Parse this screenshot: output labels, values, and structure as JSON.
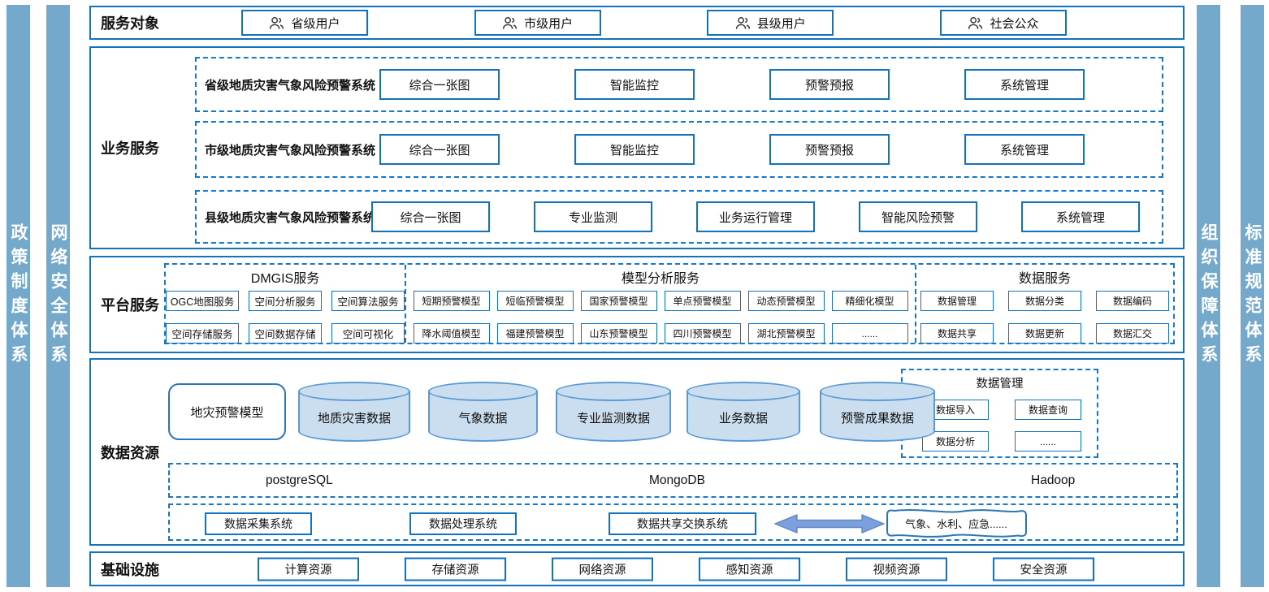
{
  "bars": {
    "left": [
      {
        "label": "政策制度体系"
      },
      {
        "label": "网络安全体系"
      }
    ],
    "right": [
      {
        "label": "组织保障体系"
      },
      {
        "label": "标准规范体系"
      }
    ]
  },
  "colors": {
    "accent": "#1272BC",
    "dashed_border": "#1778C8",
    "side_bar": "#74A9CB",
    "cylinder_fill": "#CBDEEF",
    "cylinder_border": "#5B9BD5",
    "arrow_fill": "#7CA0DB"
  },
  "service_targets": {
    "title": "服务对象",
    "items": [
      "省级用户",
      "市级用户",
      "县级用户",
      "社会公众"
    ]
  },
  "business": {
    "title": "业务服务",
    "rows": [
      {
        "name": "省级地质灾害气象风险预警系统",
        "items": [
          "综合一张图",
          "智能监控",
          "预警预报",
          "系统管理"
        ]
      },
      {
        "name": "市级地质灾害气象风险预警系统",
        "items": [
          "综合一张图",
          "智能监控",
          "预警预报",
          "系统管理"
        ]
      },
      {
        "name": "县级地质灾害气象风险预警系统",
        "items": [
          "综合一张图",
          "专业监测",
          "业务运行管理",
          "智能风险预警",
          "系统管理"
        ]
      }
    ]
  },
  "platform": {
    "title": "平台服务",
    "groups": [
      {
        "name": "DMGIS服务",
        "rows": [
          [
            "OGC地图服务",
            "空间分析服务",
            "空间算法服务"
          ],
          [
            "空间存储服务",
            "空间数据存储",
            "空间可视化"
          ]
        ]
      },
      {
        "name": "模型分析服务",
        "rows": [
          [
            "短期预警模型",
            "短临预警模型",
            "国家预警模型",
            "单点预警模型",
            "动态预警模型",
            "精细化模型"
          ],
          [
            "降水阈值模型",
            "福建预警模型",
            "山东预警模型",
            "四川预警模型",
            "湖北预警模型",
            "......"
          ]
        ]
      },
      {
        "name": "数据服务",
        "rows": [
          [
            "数据管理",
            "数据分类",
            "数据编码"
          ],
          [
            "数据共享",
            "数据更新",
            "数据汇交"
          ]
        ]
      }
    ]
  },
  "data_resources": {
    "title": "数据资源",
    "model_box": "地灾预警模型",
    "cylinders": [
      "地质灾害数据",
      "气象数据",
      "专业监测数据",
      "业务数据",
      "预警成果数据"
    ],
    "data_mgmt": {
      "name": "数据管理",
      "items": [
        "数据导入",
        "数据查询",
        "数据分析",
        "......"
      ]
    },
    "databases": [
      "postgreSQL",
      "MongoDB",
      "Hadoop"
    ],
    "systems": [
      "数据采集系统",
      "数据处理系统",
      "数据共享交换系统"
    ],
    "external": "气象、水利、应急......"
  },
  "infrastructure": {
    "title": "基础设施",
    "items": [
      "计算资源",
      "存储资源",
      "网络资源",
      "感知资源",
      "视频资源",
      "安全资源"
    ]
  }
}
